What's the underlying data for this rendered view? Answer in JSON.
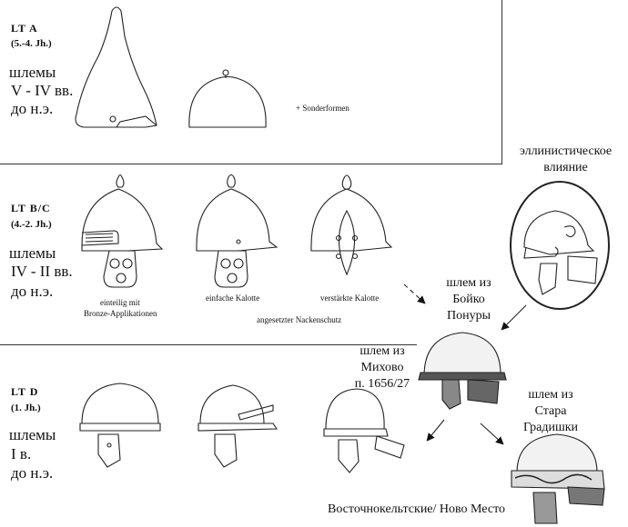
{
  "periods": [
    {
      "code": "LT  A",
      "years": "(5.-4. Jh.)",
      "ru_line1": "шлемы",
      "ru_line2": "V - IV вв.",
      "ru_line3": "до н.э."
    },
    {
      "code": "LT  B/C",
      "years": "(4.-2. Jh.)",
      "ru_line1": "шлемы",
      "ru_line2": "IV - II вв.",
      "ru_line3": "до н.э."
    },
    {
      "code": "LT  D",
      "years": "(1. Jh.)",
      "ru_line1": "шлемы",
      "ru_line2": "I в.",
      "ru_line3": "до н.э."
    }
  ],
  "captions": {
    "sonderformen": "+ Sonderformen",
    "einteilig_1": "einteilig mit",
    "einteilig_2": "Bronze-Applikationen",
    "einfache": "einfache Kalotte",
    "verstaerkte": "verstärkte Kalotte",
    "nackenschutz": "angesetzter Nackenschutz"
  },
  "side_labels": {
    "hellenistic_1": "эллинистическое",
    "hellenistic_2": "влияние",
    "boyko_1": "шлем из",
    "boyko_2": "Бойко",
    "boyko_3": "Понуры",
    "mihovo_1": "шлем из",
    "mihovo_2": "Михово",
    "mihovo_3": "п. 1656/27",
    "stara_1": "шлем из",
    "stara_2": "Стара",
    "stara_3": "Градишки",
    "east_celtic": "Восточнокельтские/ Ново Место"
  }
}
